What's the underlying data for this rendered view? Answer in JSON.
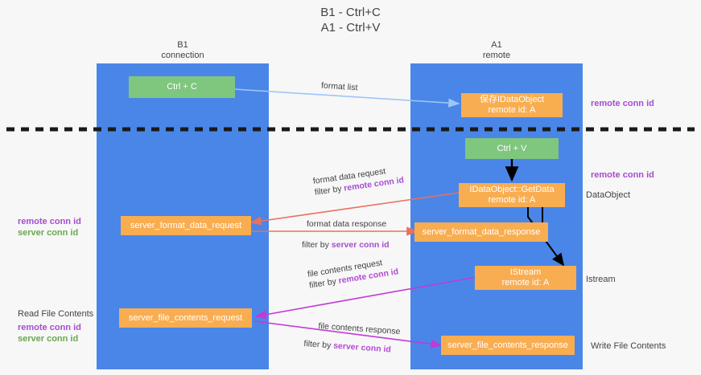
{
  "title": {
    "line1": "B1 - Ctrl+C",
    "line2": "A1 - Ctrl+V"
  },
  "columns": [
    {
      "name": "B1",
      "role": "connection"
    },
    {
      "name": "A1",
      "role": "remote"
    }
  ],
  "boxes": {
    "ctrl_c": "Ctrl + C",
    "ctrl_v": "Ctrl + V",
    "idataobject_l1": "保存IDataObject",
    "idataobject_l2": "remote id: A",
    "getdata_l1": "IDataObject::GetData",
    "getdata_l2": "remote id: A",
    "istream_l1": "IStream",
    "istream_l2": "remote id: A",
    "server_format_data_request": "server_format_data_request",
    "server_format_data_response": "server_format_data_response",
    "server_file_contents_request": "server_file_contents_request",
    "server_file_contents_response": "server_file_contents_response"
  },
  "right_annotations": [
    {
      "text": "remote conn id",
      "kind": "purple"
    },
    {
      "text": "remote conn id",
      "kind": "purple"
    },
    {
      "text": "DataObject",
      "kind": "plain"
    },
    {
      "text": "Istream",
      "kind": "plain"
    },
    {
      "text": "Write File Contents",
      "kind": "plain"
    }
  ],
  "left_annotations": [
    {
      "text": "remote conn id",
      "kind": "purple"
    },
    {
      "text": "server conn id",
      "kind": "green"
    },
    {
      "text": "Read File Contents",
      "kind": "plain"
    },
    {
      "text": "remote conn id",
      "kind": "purple"
    },
    {
      "text": "server conn id",
      "kind": "green"
    }
  ],
  "edge_labels": {
    "format_list": "format list",
    "fdreq_l1": "format data request",
    "fdreq_l2_pre": "filter by ",
    "fdreq_l2_key": "remote conn id",
    "fdres_l1": "format data response",
    "fdres_l2_pre": "filter by ",
    "fdres_l2_key": "server conn id",
    "fcreq_l1": "file contents request",
    "fcreq_l2_pre": "filter by ",
    "fcreq_l2_key": "remote conn id",
    "fcres_l1": "file contents response",
    "fcres_l2_pre": "filter by ",
    "fcres_l2_key": "server conn id"
  },
  "colors": {
    "lane": "#4a86e8",
    "green_box": "#7fc67f",
    "orange_box": "#f9ad51",
    "purple": "#a64dd1",
    "green_text": "#6aa84f",
    "arrow_blue": "#9fc5f8",
    "arrow_red": "#e8705f",
    "arrow_black": "#000000",
    "arrow_magenta": "#c13bd6",
    "background": "#f7f7f7",
    "divider": "#1a1a1a"
  }
}
